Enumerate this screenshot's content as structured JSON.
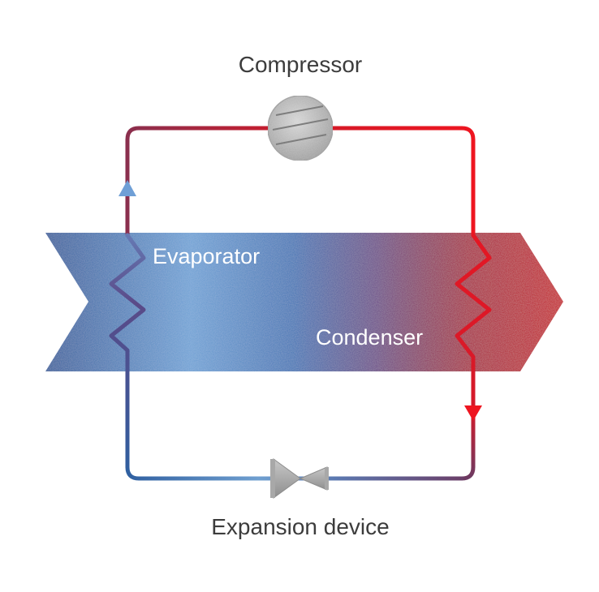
{
  "labels": {
    "compressor": "Compressor",
    "evaporator": "Evaporator",
    "condenser": "Condenser",
    "expansion_device": "Expansion device"
  },
  "colors": {
    "cold_blue": "#2f5f9e",
    "light_blue": "#6ea1d6",
    "mid_purple": "#6a4272",
    "hot_red": "#e4121c",
    "dark_red": "#c0101a",
    "component_grey": "#a9a9a9",
    "background": "#ffffff"
  },
  "icons": {
    "compressor": "compressor-icon",
    "expansion_device": "expansion-valve-icon",
    "flow_up": "arrow-up-icon",
    "flow_down": "arrow-down-icon"
  }
}
